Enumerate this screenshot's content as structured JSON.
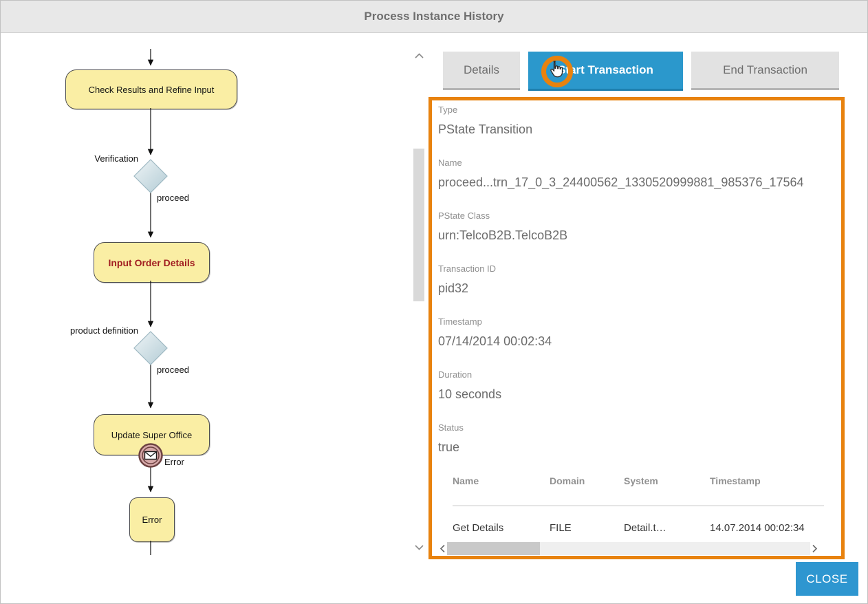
{
  "window": {
    "title": "Process Instance History"
  },
  "flowchart": {
    "node_check_results": "Check Results and Refine Input",
    "gateway_verification_label": "Verification",
    "edge_proceed_1": "proceed",
    "node_input_order": "Input Order Details",
    "gateway_product_definition_label": "product definition",
    "edge_proceed_2": "proceed",
    "node_update_super_office": "Update Super Office",
    "boundary_error_label": "Error",
    "node_error": "Error"
  },
  "tabs": {
    "details": "Details",
    "start_transaction": "Start Transaction",
    "end_transaction": "End Transaction"
  },
  "detail_panel": {
    "fields": [
      {
        "label": "Type",
        "value": "PState Transition"
      },
      {
        "label": "Name",
        "value": "proceed...trn_17_0_3_24400562_1330520999881_985376_17564"
      },
      {
        "label": "PState Class",
        "value": "urn:TelcoB2B.TelcoB2B"
      },
      {
        "label": "Transaction ID",
        "value": "pid32"
      },
      {
        "label": "Timestamp",
        "value": "07/14/2014 00:02:34"
      },
      {
        "label": "Duration",
        "value": "10 seconds"
      },
      {
        "label": "Status",
        "value": "true"
      }
    ],
    "table": {
      "headers": [
        "Name",
        "Domain",
        "System",
        "Timestamp"
      ],
      "rows": [
        [
          "Get Details",
          "FILE",
          "Detail.t…",
          "14.07.2014 00:02:34"
        ]
      ]
    }
  },
  "footer": {
    "close_label": "CLOSE"
  },
  "icons": {
    "hand_cursor": "hand-cursor-icon",
    "click_highlight": "orange-ring",
    "error_message_event": "envelope-in-double-circle",
    "scroll_up": "chevron-up",
    "scroll_down": "chevron-down",
    "scroll_left": "chevron-left",
    "scroll_right": "chevron-right"
  },
  "colors": {
    "highlight_orange": "#E8820E",
    "active_tab_blue": "#2B98CC",
    "close_button_blue": "#2E96D0",
    "node_yellow": "#FAEEA4",
    "node_alert_text_red": "#A11D21",
    "titlebar_gray": "#E8E8E8"
  }
}
